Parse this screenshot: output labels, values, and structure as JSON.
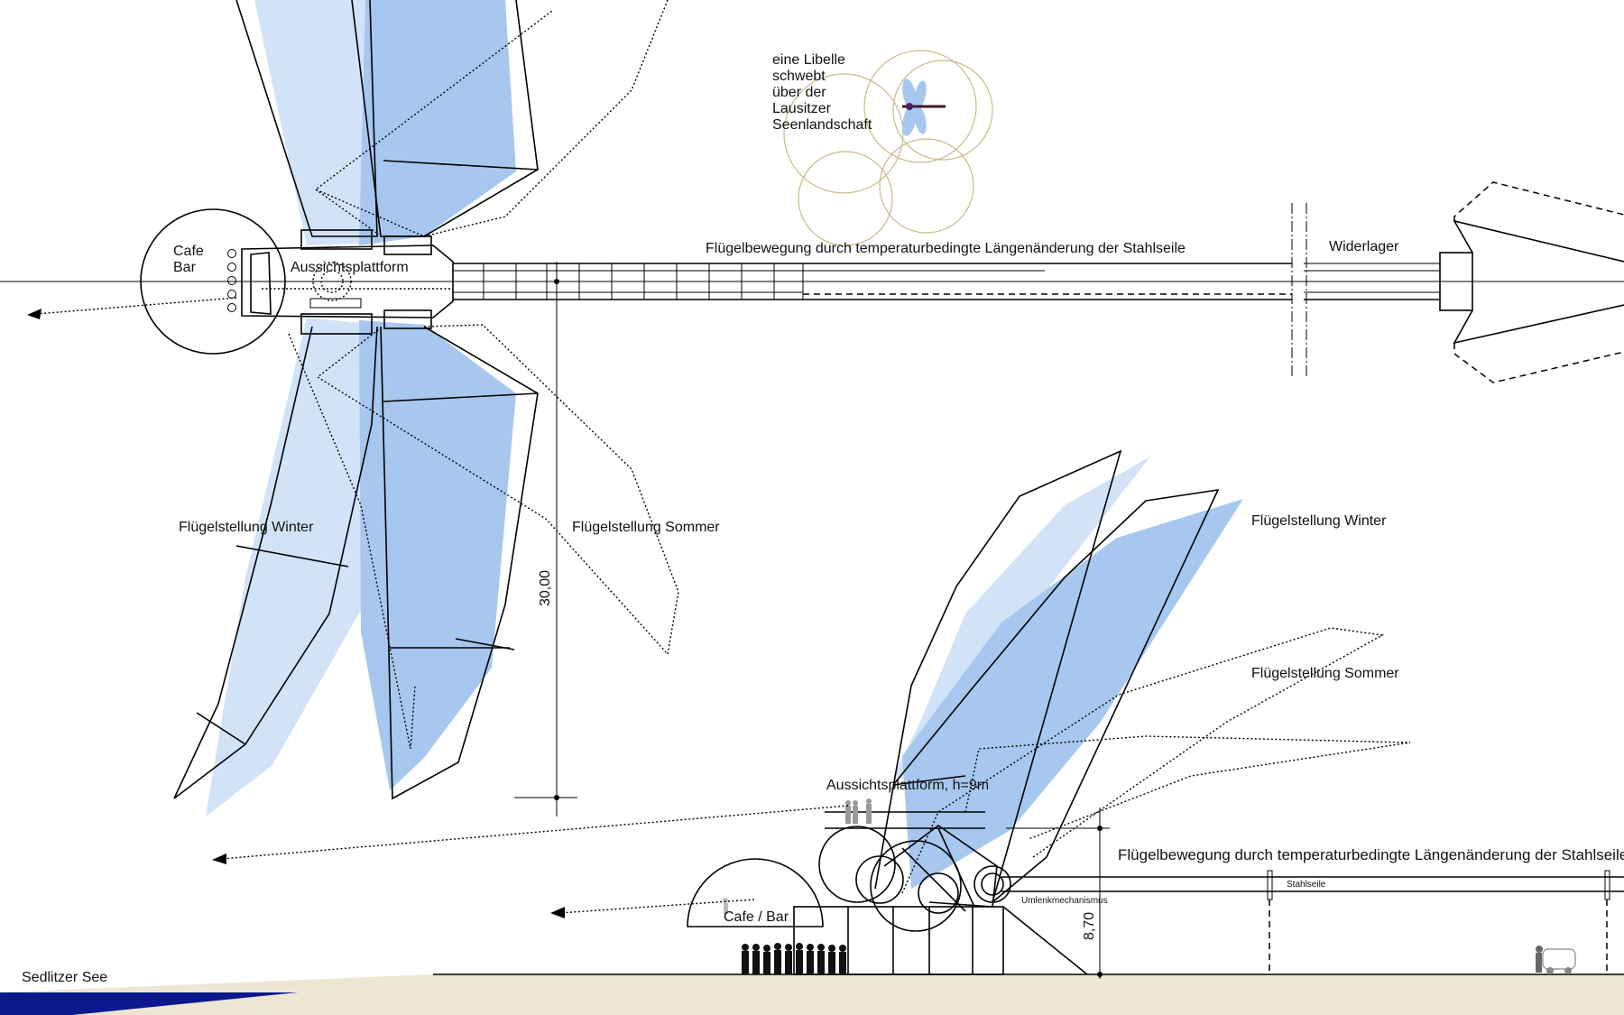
{
  "plan": {
    "inset_caption": [
      "eine Libelle",
      "schwebt",
      "über der",
      "Lausitzer",
      "Seenlandschaft"
    ],
    "cafe_label": [
      "Cafe",
      "Bar"
    ],
    "platform_label": "Aussichtsplattform",
    "cable_label": "Flügelbewegung durch temperaturbedingte Längenänderung der Stahlseile",
    "abutment_label": "Widerlager",
    "winter_label": "Flügelstellung Winter",
    "summer_label": "Flügelstellung Sommer",
    "dimension_label": "30,00"
  },
  "elevation": {
    "winter_label": "Flügelstellung Winter",
    "summer_label": "Flügelstellung Sommer",
    "platform_label": "Aussichtsplattform, h=9m",
    "cable_label": "Flügelbewegung durch temperaturbedingte Längenänderung der Stahlseile",
    "steel_cable_label": "Stahlseile",
    "mechanism_label": "Umlenkmechanismus",
    "cafe_label": "Cafe / Bar",
    "height_label": "8,70",
    "lake_label": "Sedlitzer See"
  },
  "colors": {
    "wing_dark": "#a7c7ee",
    "wing_light": "#d2e3f8",
    "ring_gold": "#c9b98a",
    "ground": "#ece6d2",
    "water": "#0a1a8c"
  }
}
